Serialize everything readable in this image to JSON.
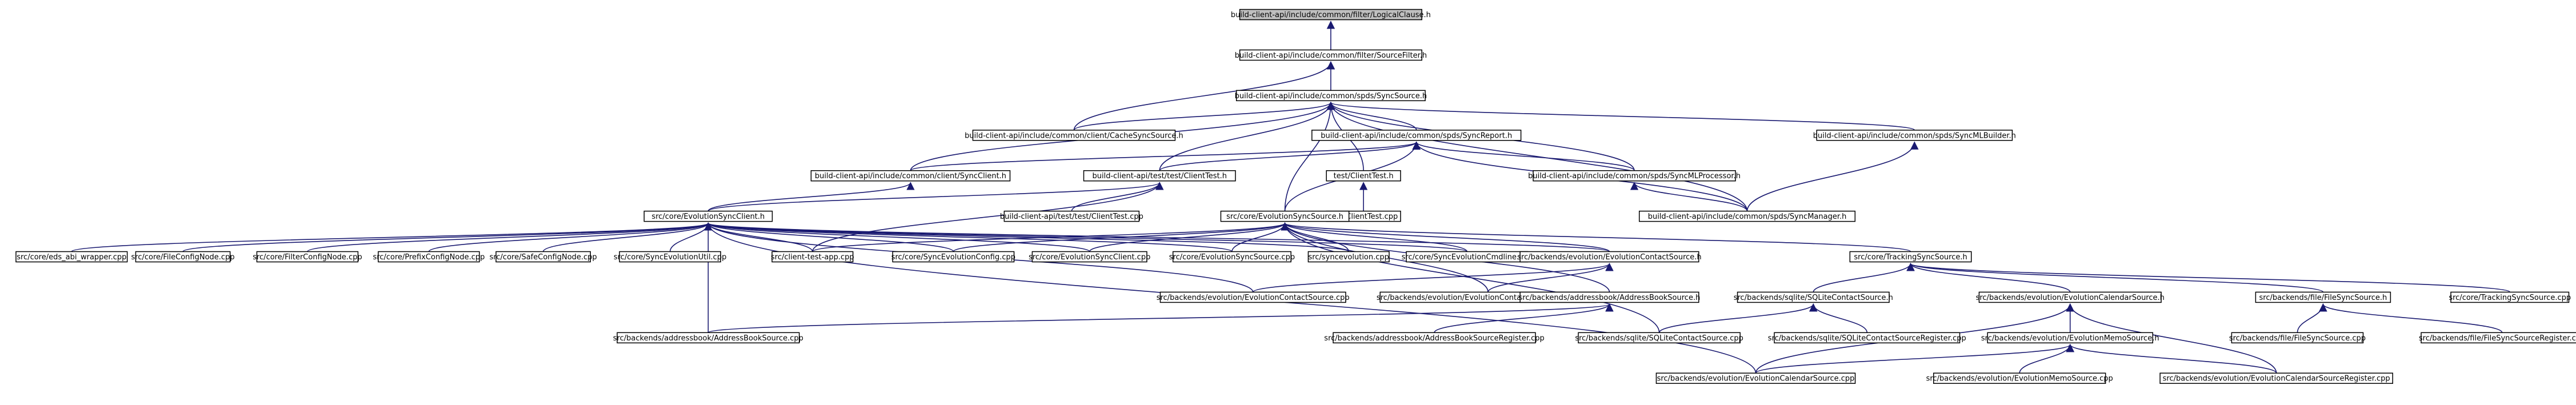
{
  "edge_color": "#191970",
  "node_fill": "#ffffff",
  "root_fill": "#bfbfbf",
  "nodes": [
    {
      "id": "logicalclause",
      "label": "build-client-api/include/common/filter/LogicalClause.h",
      "root": true
    },
    {
      "id": "sourcefilter",
      "label": "build-client-api/include/common/filter/SourceFilter.h"
    },
    {
      "id": "syncsource",
      "label": "build-client-api/include/common/spds/SyncSource.h"
    },
    {
      "id": "cachesyncsource",
      "label": "build-client-api/include/common/client/CacheSyncSource.h"
    },
    {
      "id": "syncreport",
      "label": "build-client-api/include/common/spds/SyncReport.h"
    },
    {
      "id": "syncmlbuilder",
      "label": "build-client-api/include/common/spds/SyncMLBuilder.h"
    },
    {
      "id": "syncclient",
      "label": "build-client-api/include/common/client/SyncClient.h"
    },
    {
      "id": "clienttest_h",
      "label": "build-client-api/test/test/ClientTest.h"
    },
    {
      "id": "test_clienttest_h",
      "label": "test/ClientTest.h"
    },
    {
      "id": "syncmlprocessor",
      "label": "build-client-api/include/common/spds/SyncMLProcessor.h"
    },
    {
      "id": "clienttest_cpp",
      "label": "build-client-api/test/test/ClientTest.cpp"
    },
    {
      "id": "test_clienttest_cpp",
      "label": "test/ClientTest.cpp"
    },
    {
      "id": "evosyncclient_h",
      "label": "src/core/EvolutionSyncClient.h"
    },
    {
      "id": "evosyncsource_h",
      "label": "src/core/EvolutionSyncSource.h"
    },
    {
      "id": "syncmanager",
      "label": "build-client-api/include/common/spds/SyncManager.h"
    },
    {
      "id": "coreeds",
      "label": "src/core/eds_abi_wrapper.cpp"
    },
    {
      "id": "fileconfignode",
      "label": "src/core/FileConfigNode.cpp"
    },
    {
      "id": "filterconfignode",
      "label": "src/core/FilterConfigNode.cpp"
    },
    {
      "id": "prefixconfignode",
      "label": "src/core/PrefixConfigNode.cpp"
    },
    {
      "id": "safeconfignode",
      "label": "src/core/SafeConfigNode.cpp"
    },
    {
      "id": "syncevoutil",
      "label": "src/core/SyncEvolutionUtil.cpp"
    },
    {
      "id": "clienttestapp",
      "label": "src/client-test-app.cpp"
    },
    {
      "id": "syncevoconfig",
      "label": "src/core/SyncEvolutionConfig.cpp"
    },
    {
      "id": "evosyncclient_cpp",
      "label": "src/core/EvolutionSyncClient.cpp"
    },
    {
      "id": "evosyncsource_cpp",
      "label": "src/core/EvolutionSyncSource.cpp"
    },
    {
      "id": "syncevolution",
      "label": "src/syncevolution.cpp"
    },
    {
      "id": "syncevocmdline",
      "label": "src/core/SyncEvolutionCmdline.cpp"
    },
    {
      "id": "evocontactsource_h",
      "label": "src/backends/evolution/EvolutionContactSource.h"
    },
    {
      "id": "trackingsyncsource_h",
      "label": "src/core/TrackingSyncSource.h"
    },
    {
      "id": "evocontactsource_cpp",
      "label": "src/backends/evolution/EvolutionContactSource.cpp"
    },
    {
      "id": "evocontactsourcereg",
      "label": "src/backends/evolution/EvolutionContactSourceRegister.cpp"
    },
    {
      "id": "abooksource_h",
      "label": "src/backends/addressbook/AddressBookSource.h"
    },
    {
      "id": "sqlitecontactsource_h",
      "label": "src/backends/sqlite/SQLiteContactSource.h"
    },
    {
      "id": "evocalendarsource_h",
      "label": "src/backends/evolution/EvolutionCalendarSource.h"
    },
    {
      "id": "filesyncsource_h",
      "label": "src/backends/file/FileSyncSource.h"
    },
    {
      "id": "trackingsyncsource_cpp",
      "label": "src/core/TrackingSyncSource.cpp"
    },
    {
      "id": "abooksource_cpp",
      "label": "src/backends/addressbook/AddressBookSource.cpp"
    },
    {
      "id": "abooksourcereg",
      "label": "src/backends/addressbook/AddressBookSourceRegister.cpp"
    },
    {
      "id": "sqlitecontactsource_cpp",
      "label": "src/backends/sqlite/SQLiteContactSource.cpp"
    },
    {
      "id": "sqlitecontactsourcereg",
      "label": "src/backends/sqlite/SQLiteContactSourceRegister.cpp"
    },
    {
      "id": "evomemosource_h",
      "label": "src/backends/evolution/EvolutionMemoSource.h"
    },
    {
      "id": "filesyncsource_cpp",
      "label": "src/backends/file/FileSyncSource.cpp"
    },
    {
      "id": "filesyncsourcereg",
      "label": "src/backends/file/FileSyncSourceRegister.cpp"
    },
    {
      "id": "evocalendarsource_cpp",
      "label": "src/backends/evolution/EvolutionCalendarSource.cpp"
    },
    {
      "id": "evomemosource_cpp",
      "label": "src/backends/evolution/EvolutionMemoSource.cpp"
    },
    {
      "id": "evocalendarsourcereg",
      "label": "src/backends/evolution/EvolutionCalendarSourceRegister.cpp"
    }
  ],
  "edges": [
    [
      "sourcefilter",
      "logicalclause"
    ],
    [
      "syncsource",
      "sourcefilter"
    ],
    [
      "cachesyncsource",
      "sourcefilter"
    ],
    [
      "cachesyncsource",
      "syncsource"
    ],
    [
      "syncreport",
      "syncsource"
    ],
    [
      "syncmlbuilder",
      "syncsource"
    ],
    [
      "syncclient",
      "syncsource"
    ],
    [
      "syncclient",
      "syncreport"
    ],
    [
      "clienttest_h",
      "syncsource"
    ],
    [
      "clienttest_h",
      "syncreport"
    ],
    [
      "test_clienttest_h",
      "syncsource"
    ],
    [
      "syncmlprocessor",
      "syncsource"
    ],
    [
      "syncmlprocessor",
      "syncreport"
    ],
    [
      "syncmanager",
      "syncsource"
    ],
    [
      "syncmanager",
      "syncreport"
    ],
    [
      "syncmanager",
      "syncmlbuilder"
    ],
    [
      "syncmanager",
      "syncmlprocessor"
    ],
    [
      "clienttest_cpp",
      "clienttest_h"
    ],
    [
      "test_clienttest_cpp",
      "test_clienttest_h"
    ],
    [
      "evosyncclient_h",
      "syncclient"
    ],
    [
      "evosyncclient_h",
      "clienttest_h"
    ],
    [
      "evosyncsource_h",
      "syncsource"
    ],
    [
      "evosyncsource_h",
      "syncreport"
    ],
    [
      "clienttestapp",
      "clienttest_h"
    ],
    [
      "coreeds",
      "evosyncclient_h"
    ],
    [
      "fileconfignode",
      "evosyncclient_h"
    ],
    [
      "filterconfignode",
      "evosyncclient_h"
    ],
    [
      "prefixconfignode",
      "evosyncclient_h"
    ],
    [
      "safeconfignode",
      "evosyncclient_h"
    ],
    [
      "syncevoutil",
      "evosyncclient_h"
    ],
    [
      "clienttestapp",
      "evosyncclient_h"
    ],
    [
      "syncevoconfig",
      "evosyncclient_h"
    ],
    [
      "evosyncclient_cpp",
      "evosyncclient_h"
    ],
    [
      "evosyncsource_cpp",
      "evosyncclient_h"
    ],
    [
      "syncevolution",
      "evosyncclient_h"
    ],
    [
      "syncevocmdline",
      "evosyncclient_h"
    ],
    [
      "evocontactsource_h",
      "evosyncclient_h"
    ],
    [
      "trackingsyncsource_h",
      "evosyncsource_h"
    ],
    [
      "evocontactsource_h",
      "evosyncsource_h"
    ],
    [
      "evosyncsource_cpp",
      "evosyncsource_h"
    ],
    [
      "evosyncclient_cpp",
      "evosyncsource_h"
    ],
    [
      "syncevoconfig",
      "evosyncsource_h"
    ],
    [
      "syncevolution",
      "evosyncsource_h"
    ],
    [
      "syncevocmdline",
      "evosyncsource_h"
    ],
    [
      "clienttestapp",
      "evosyncsource_h"
    ],
    [
      "evocontactsource_cpp",
      "evocontactsource_h"
    ],
    [
      "evocontactsourcereg",
      "evocontactsource_h"
    ],
    [
      "abooksource_h",
      "evosyncsource_h"
    ],
    [
      "evocalendarsource_h",
      "trackingsyncsource_h"
    ],
    [
      "sqlitecontactsource_h",
      "trackingsyncsource_h"
    ],
    [
      "filesyncsource_h",
      "trackingsyncsource_h"
    ],
    [
      "trackingsyncsource_cpp",
      "trackingsyncsource_h"
    ],
    [
      "abooksource_cpp",
      "abooksource_h"
    ],
    [
      "abooksourcereg",
      "abooksource_h"
    ],
    [
      "sqlitecontactsource_cpp",
      "sqlitecontactsource_h"
    ],
    [
      "sqlitecontactsourcereg",
      "sqlitecontactsource_h"
    ],
    [
      "evomemosource_h",
      "evocalendarsource_h"
    ],
    [
      "evocalendarsource_cpp",
      "evocalendarsource_h"
    ],
    [
      "evocalendarsourcereg",
      "evocalendarsource_h"
    ],
    [
      "filesyncsource_cpp",
      "filesyncsource_h"
    ],
    [
      "filesyncsourcereg",
      "filesyncsource_h"
    ],
    [
      "evomemosource_cpp",
      "evomemosource_h"
    ],
    [
      "evocalendarsource_cpp",
      "evomemosource_h"
    ],
    [
      "evocalendarsourcereg",
      "evomemosource_h"
    ],
    [
      "evocontactsource_cpp",
      "evosyncclient_h"
    ],
    [
      "abooksource_cpp",
      "evosyncclient_h"
    ],
    [
      "evocalendarsource_cpp",
      "evosyncclient_h"
    ],
    [
      "sqlitecontactsource_cpp",
      "evosyncsource_h"
    ],
    [
      "evocontactsourcereg",
      "evosyncsource_h"
    ]
  ]
}
